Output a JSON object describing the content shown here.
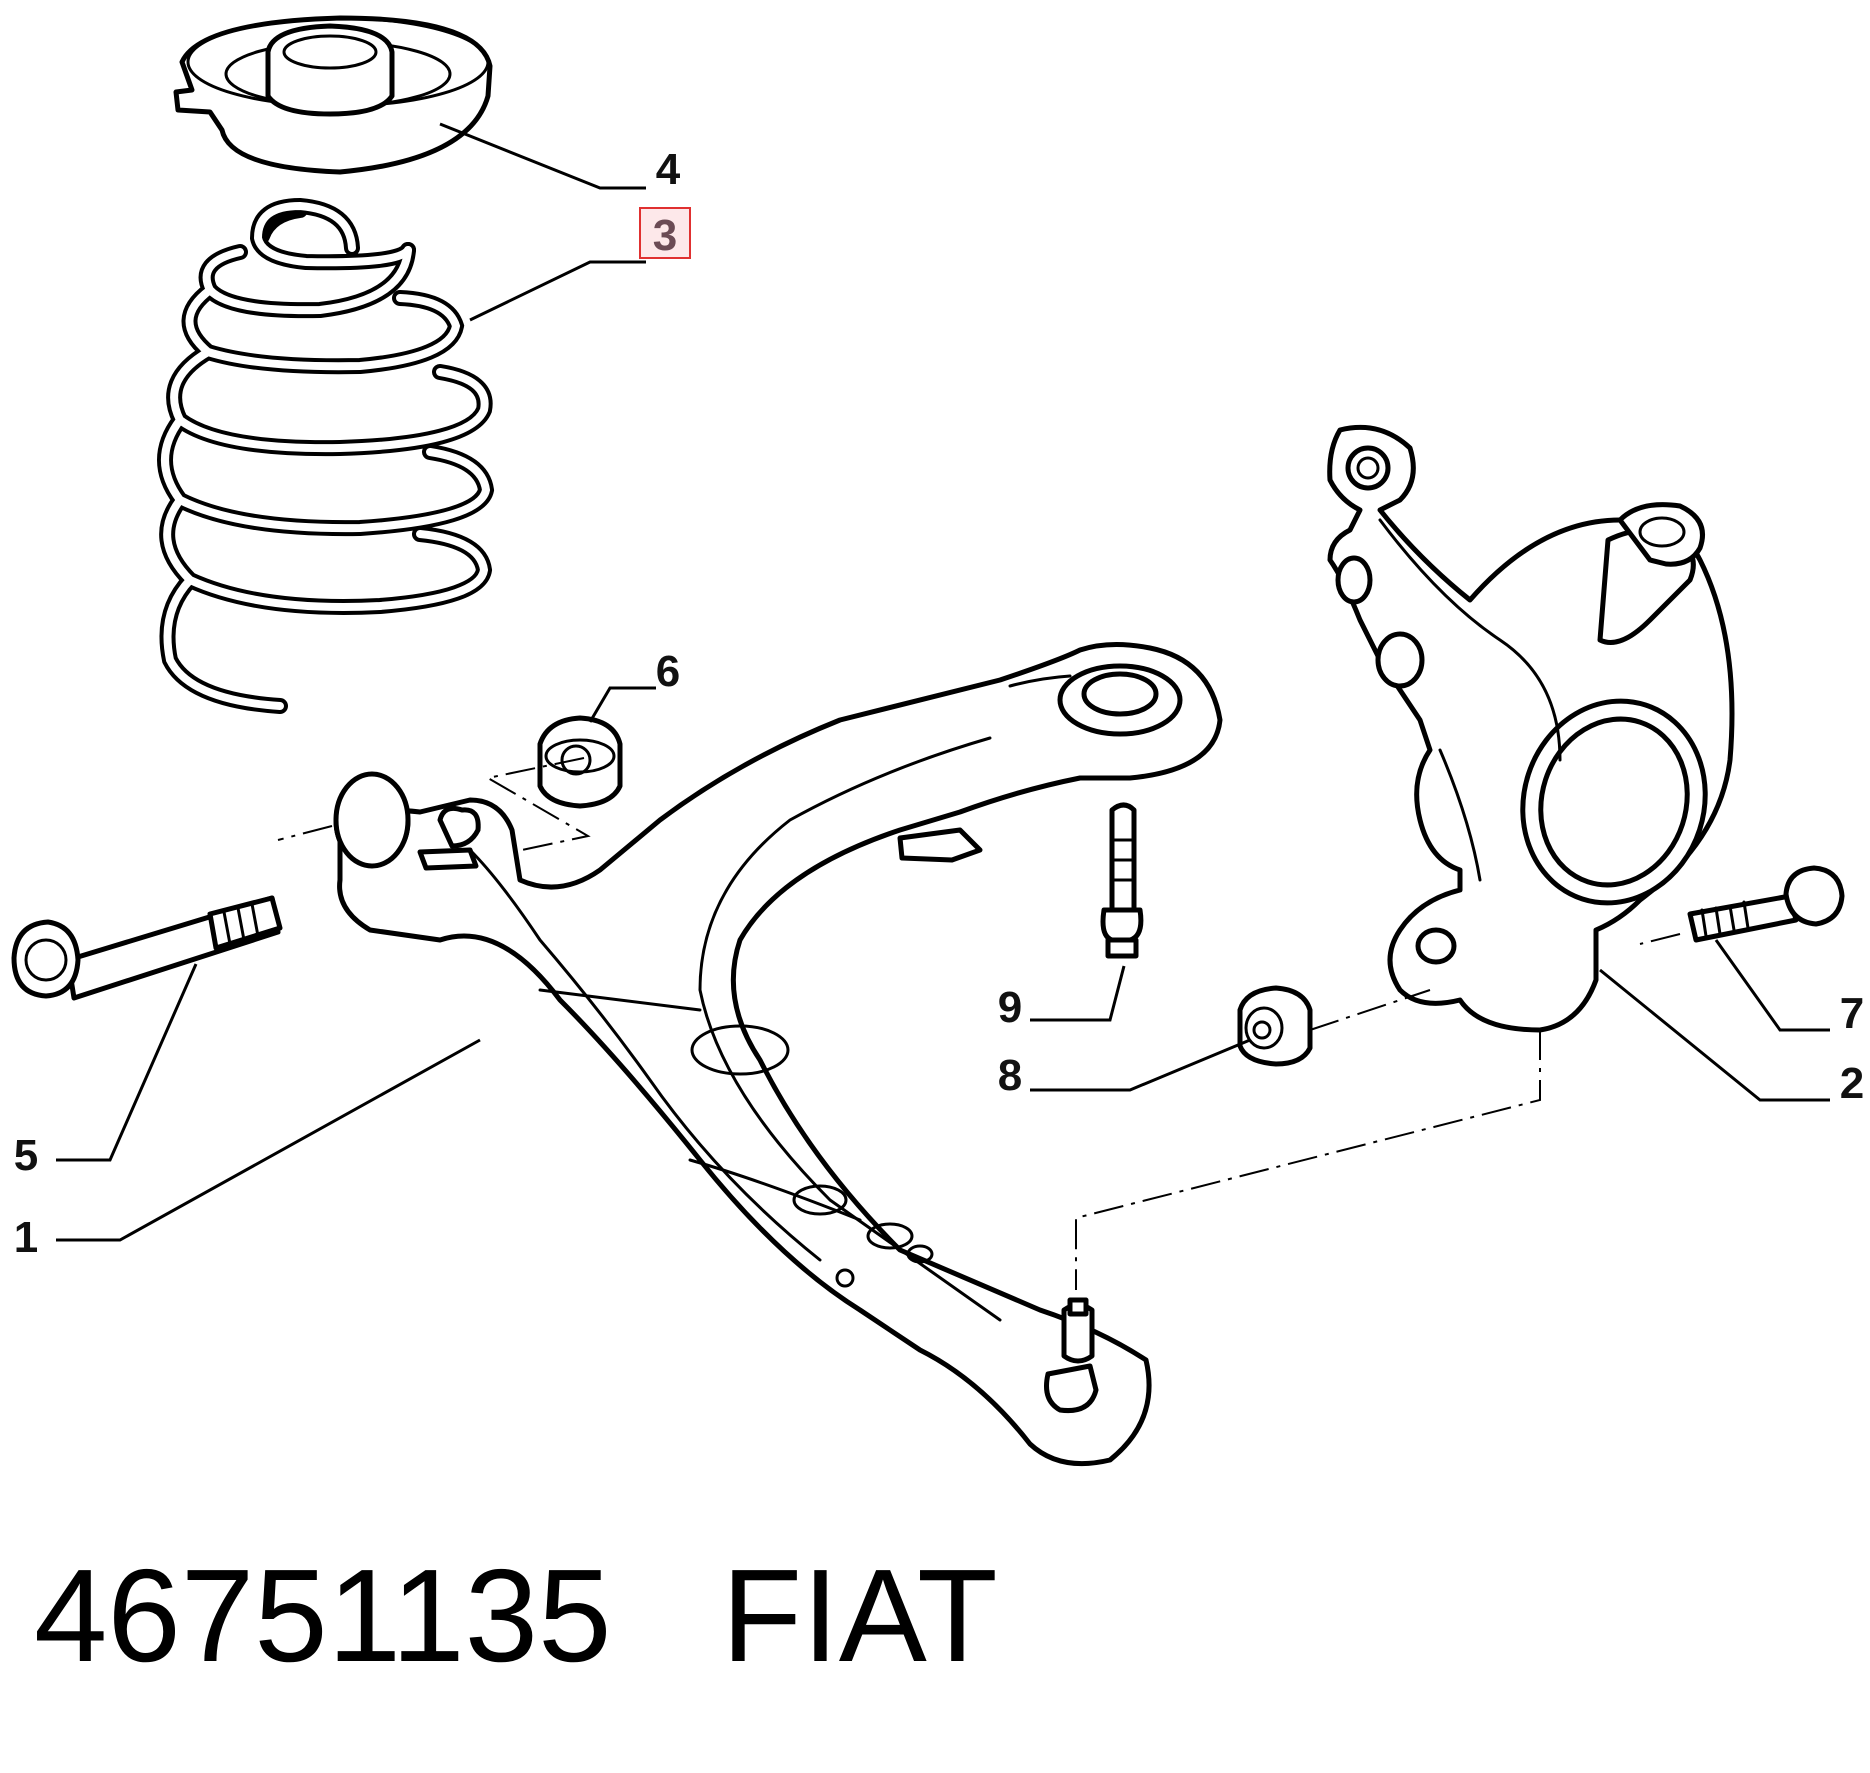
{
  "callouts": {
    "c1": "1",
    "c2": "2",
    "c3": "3",
    "c4": "4",
    "c5": "5",
    "c6": "6",
    "c7": "7",
    "c8": "8",
    "c9": "9"
  },
  "highlight": {
    "callout": "3",
    "color": "#e03030",
    "fill": "#fde8ea"
  },
  "footer": {
    "part_number": "46751135",
    "brand": "FIAT"
  }
}
